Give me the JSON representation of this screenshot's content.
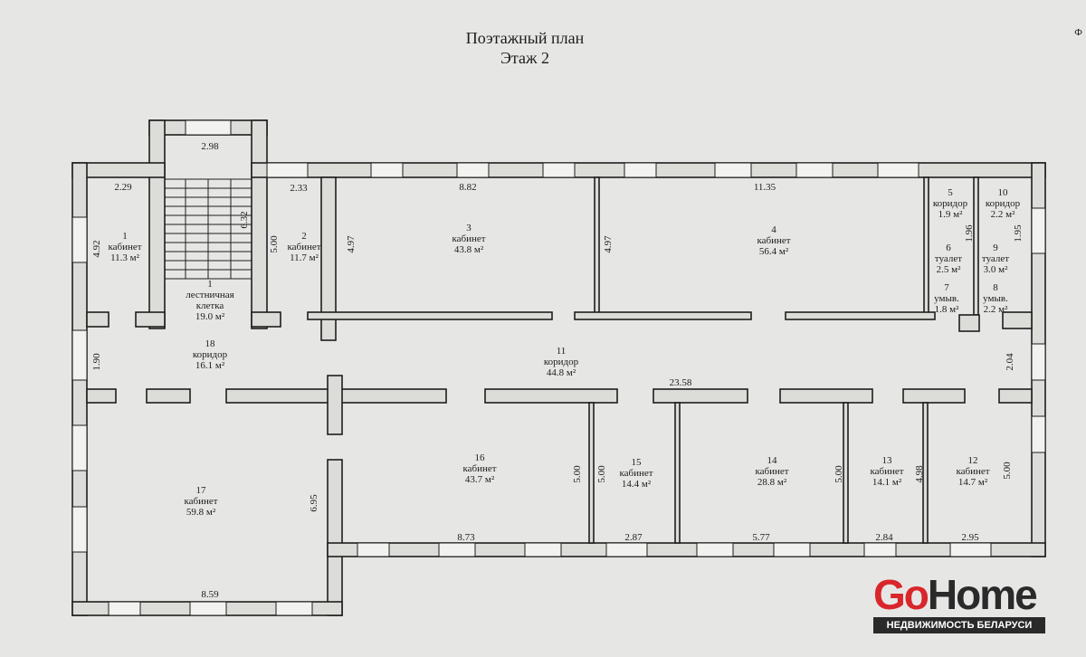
{
  "title": {
    "line1": "Поэтажный план",
    "line2": "Этаж 2"
  },
  "corner_text": "Ф",
  "rooms": [
    {
      "num": "1",
      "name": "кабинет",
      "area": "11.3 м²"
    },
    {
      "num": "1",
      "name": "лестничная клетка",
      "area": "19.0 м²"
    },
    {
      "num": "2",
      "name": "кабинет",
      "area": "11.7 м²"
    },
    {
      "num": "3",
      "name": "кабинет",
      "area": "43.8 м²"
    },
    {
      "num": "4",
      "name": "кабинет",
      "area": "56.4 м²"
    },
    {
      "num": "5",
      "name": "коридор",
      "area": "1.9 м²"
    },
    {
      "num": "10",
      "name": "коридор",
      "area": "2.2 м²"
    },
    {
      "num": "6",
      "name": "туалет",
      "area": "2.5 м²"
    },
    {
      "num": "9",
      "name": "туалет",
      "area": "3.0 м²"
    },
    {
      "num": "7",
      "name": "умыв.",
      "area": "1.8 м²"
    },
    {
      "num": "8",
      "name": "умыв.",
      "area": "2.2 м²"
    },
    {
      "num": "18",
      "name": "коридор",
      "area": "16.1 м²"
    },
    {
      "num": "11",
      "name": "коридор",
      "area": "44.8 м²"
    },
    {
      "num": "17",
      "name": "кабинет",
      "area": "59.8 м²"
    },
    {
      "num": "16",
      "name": "кабинет",
      "area": "43.7 м²"
    },
    {
      "num": "15",
      "name": "кабинет",
      "area": "14.4 м²"
    },
    {
      "num": "14",
      "name": "кабинет",
      "area": "28.8 м²"
    },
    {
      "num": "13",
      "name": "кабинет",
      "area": "14.1 м²"
    },
    {
      "num": "12",
      "name": "кабинет",
      "area": "14.7 м²"
    }
  ],
  "dimensions": [
    "2.29",
    "2.98",
    "6.32",
    "4.92",
    "2.33",
    "5.00",
    "4.97",
    "8.82",
    "4.97",
    "11.35",
    "1.96",
    "1.95",
    "1.90",
    "2.04",
    "23.58",
    "6.95",
    "5.00",
    "5.00",
    "5.00",
    "4.98",
    "5.00",
    "8.73",
    "2.87",
    "5.77",
    "2.84",
    "2.95",
    "8.59"
  ],
  "logo": {
    "go": "Go",
    "home": "Home",
    "tagline": "НЕДВИЖИМОСТЬ БЕЛАРУСИ"
  },
  "colors": {
    "brand_red": "#d9262b",
    "brand_dark": "#2a2a2a",
    "wall_fill": "#dcdcd8",
    "paper": "#e6e7e5"
  }
}
